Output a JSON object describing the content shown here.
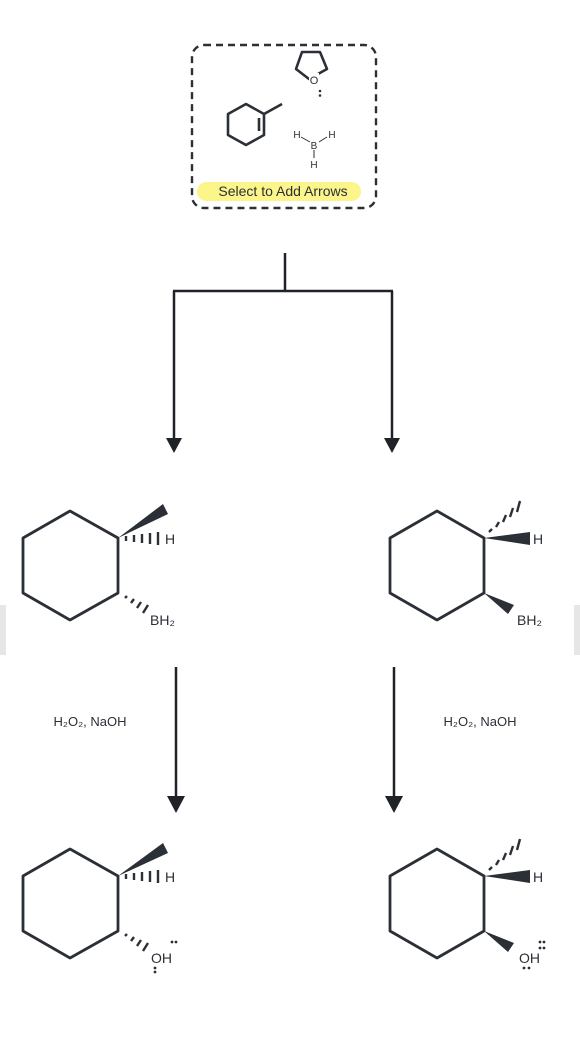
{
  "reactant_box": {
    "button_label": "Select to Add Arrows",
    "highlight_color": "#fbf58a",
    "thf_label": "O",
    "borane": {
      "boron": "B",
      "h_left": "H",
      "h_right": "H",
      "h_bottom": "H"
    }
  },
  "pathways": {
    "left": {
      "intermediate": {
        "h_label": "H",
        "sub_label": "BH₂"
      },
      "reagent": "H₂O₂, NaOH",
      "product": {
        "h_label": "H",
        "oh_label": "OH"
      }
    },
    "right": {
      "intermediate": {
        "h_label": "H",
        "sub_label": "BH₂"
      },
      "reagent": "H₂O₂, NaOH",
      "product": {
        "h_label": "H",
        "oh_label": "OH"
      }
    }
  },
  "colors": {
    "ink": "#2b2f36",
    "background": "#ffffff",
    "highlight": "#fbf58a"
  }
}
